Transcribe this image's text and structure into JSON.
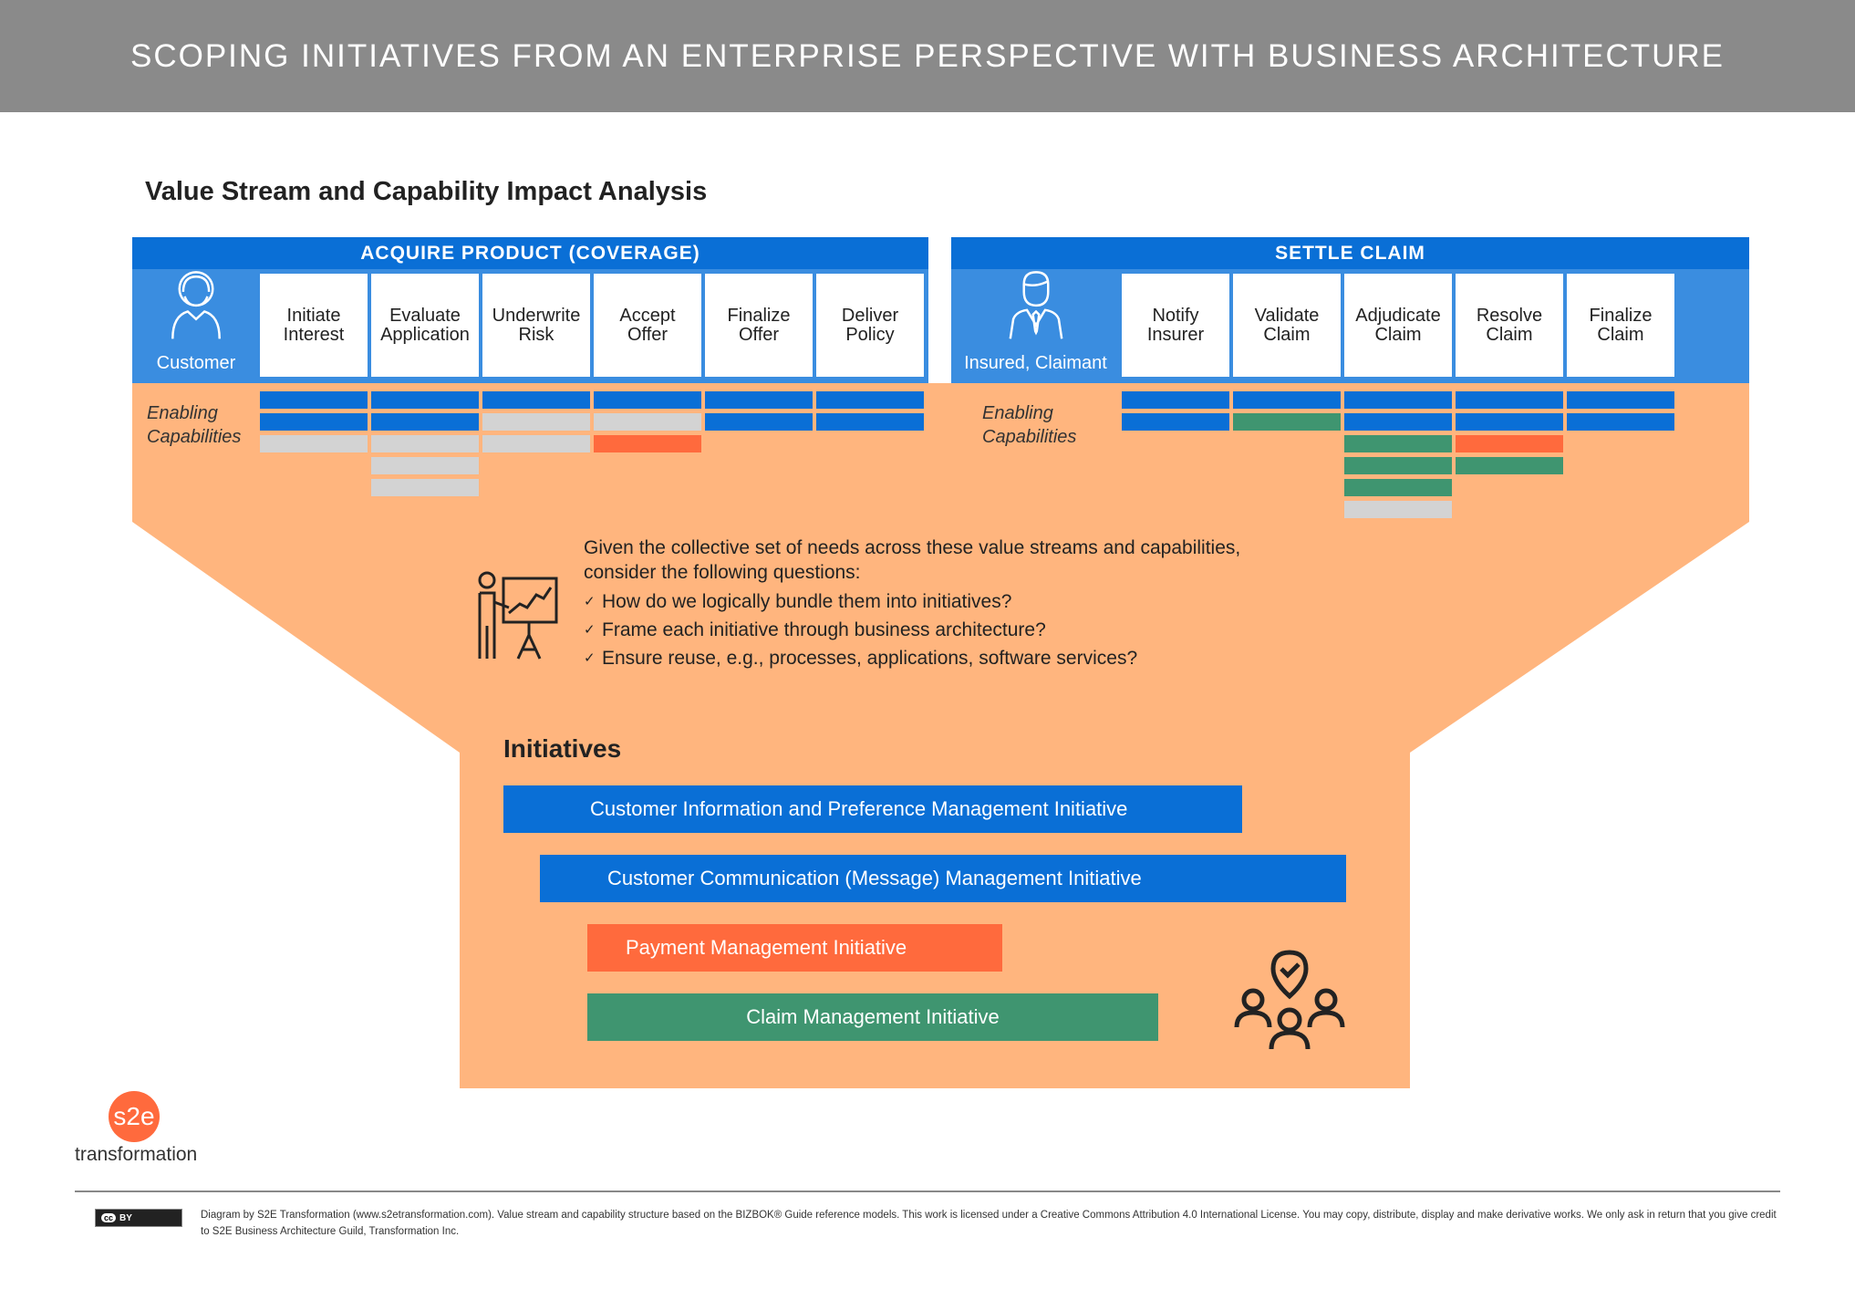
{
  "header": {
    "title": "SCOPING INITIATIVES FROM AN ENTERPRISE PERSPECTIVE WITH BUSINESS ARCHITECTURE"
  },
  "analysis_title": "Value Stream and Capability Impact Analysis",
  "colors": {
    "header_gray": "#8a8a8a",
    "blue": "#0a6fd6",
    "light_blue": "#3a8de0",
    "gray": "#d3d3d3",
    "green": "#3f9570",
    "orange": "#ff6a3d"
  },
  "value_streams": [
    {
      "title": "ACQUIRE PRODUCT (COVERAGE)",
      "persona": "Customer",
      "persona_icon": "customer-icon",
      "enabling_label": [
        "Enabling",
        "Capabilities"
      ],
      "stages": [
        {
          "line1": "Initiate",
          "line2": "Interest",
          "caps": [
            "blue",
            "blue",
            "gray"
          ]
        },
        {
          "line1": "Evaluate",
          "line2": "Application",
          "caps": [
            "blue",
            "blue",
            "gray",
            "gray",
            "gray"
          ]
        },
        {
          "line1": "Underwrite",
          "line2": "Risk",
          "caps": [
            "blue",
            "gray",
            "gray"
          ]
        },
        {
          "line1": "Accept",
          "line2": "Offer",
          "caps": [
            "blue",
            "gray",
            "orange"
          ]
        },
        {
          "line1": "Finalize",
          "line2": "Offer",
          "caps": [
            "blue",
            "blue"
          ]
        },
        {
          "line1": "Deliver",
          "line2": "Policy",
          "caps": [
            "blue",
            "blue"
          ]
        }
      ]
    },
    {
      "title": "SETTLE CLAIM",
      "persona": "Insured, Claimant",
      "persona_icon": "businessman-icon",
      "enabling_label": [
        "Enabling",
        "Capabilities"
      ],
      "stages": [
        {
          "line1": "Notify",
          "line2": "Insurer",
          "caps": [
            "blue",
            "blue"
          ]
        },
        {
          "line1": "Validate",
          "line2": "Claim",
          "caps": [
            "blue",
            "green"
          ]
        },
        {
          "line1": "Adjudicate",
          "line2": "Claim",
          "caps": [
            "blue",
            "blue",
            "green",
            "green",
            "green",
            "gray"
          ]
        },
        {
          "line1": "Resolve",
          "line2": "Claim",
          "caps": [
            "blue",
            "blue",
            "orange",
            "green"
          ]
        },
        {
          "line1": "Finalize",
          "line2": "Claim",
          "caps": [
            "blue",
            "blue"
          ]
        }
      ]
    }
  ],
  "questions": {
    "intro_line1": "Given the collective set of needs across these value streams and capabilities,",
    "intro_line2": "consider the following questions:",
    "icon": "presenter-chart-icon",
    "items": [
      "How do we logically bundle them into initiatives?",
      "Frame each initiative through business architecture?",
      "Ensure reuse, e.g., processes, applications, software services?"
    ]
  },
  "initiatives": {
    "title": "Initiatives",
    "icon": "team-location-icon",
    "items": [
      {
        "label": "Customer Information and Preference Management Initiative",
        "color": "#0a6fd6"
      },
      {
        "label": "Customer Communication (Message) Management Initiative",
        "color": "#0a6fd6"
      },
      {
        "label": "Payment Management Initiative",
        "color": "#ff6a3d"
      },
      {
        "label": "Claim Management Initiative",
        "color": "#3f9570"
      }
    ]
  },
  "logo": {
    "mark": "s2e",
    "word": "transformation"
  },
  "footer": {
    "license_badge": "BY",
    "license_mark": "cc",
    "text": "Diagram by S2E Transformation (www.s2etransformation.com). Value stream and capability structure based on the BIZBOK® Guide reference models. This work is licensed under a Creative Commons Attribution 4.0 International License. You may copy, distribute, display and make derivative works. We only ask in return that you give credit to S2E Business Architecture Guild, Transformation Inc."
  }
}
